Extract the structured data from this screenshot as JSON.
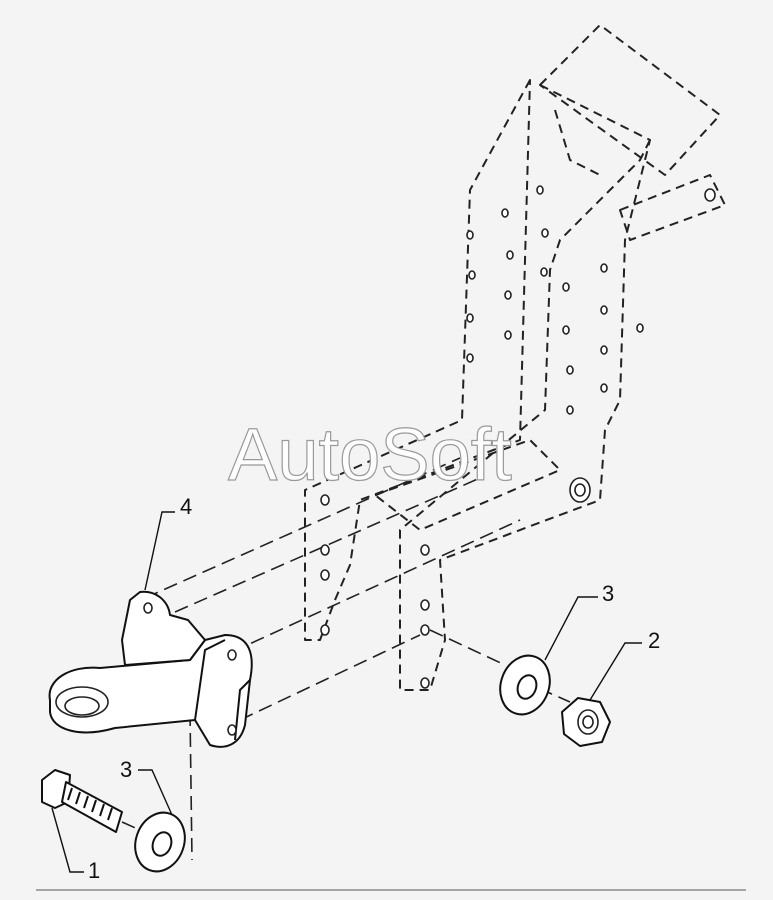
{
  "watermark": "AutoSoft",
  "callouts": {
    "bolt": "1",
    "nut": "2",
    "washer_upper": "3",
    "washer_lower": "3",
    "tow_bracket": "4"
  }
}
